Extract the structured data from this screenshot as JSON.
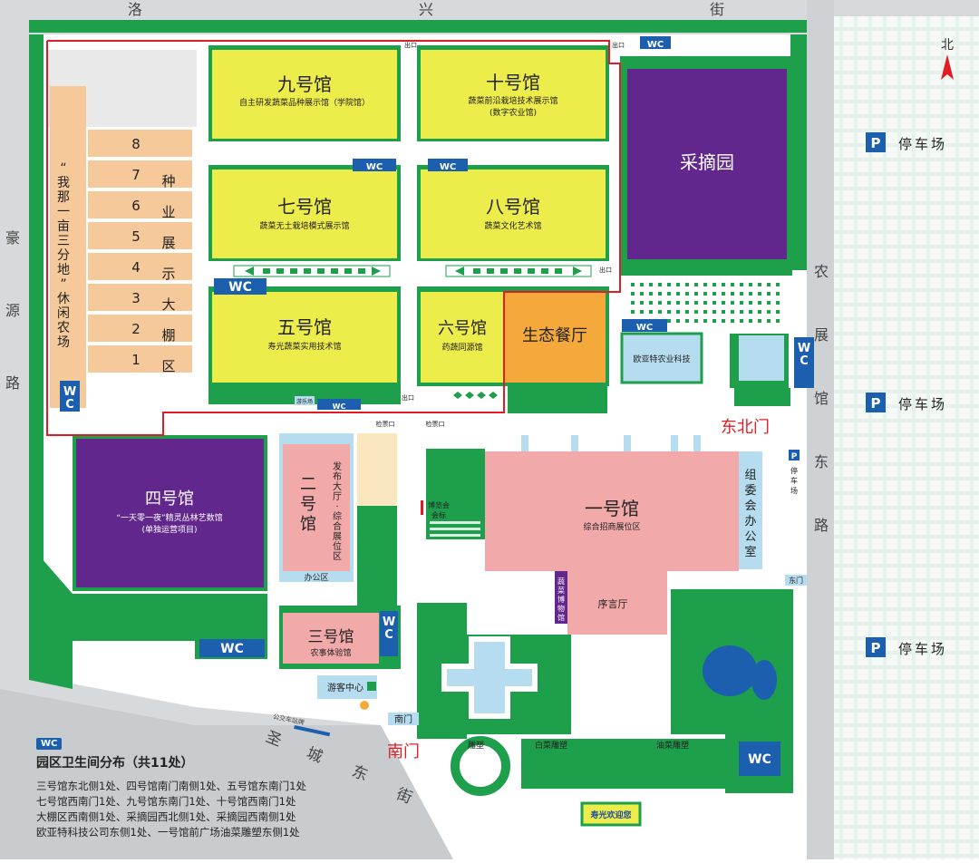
{
  "streets": {
    "north": "洛 兴 街",
    "west": [
      "豪",
      "源",
      "路"
    ],
    "east": [
      "农",
      "展",
      "馆",
      "东",
      "路"
    ],
    "south": "圣 城 东 街"
  },
  "compass": "北",
  "halls": {
    "h9": {
      "name": "九号馆",
      "sub": "自主研发蔬菜品种展示馆（学院馆）"
    },
    "h10": {
      "name": "十号馆",
      "sub": "蔬菜前沿栽培技术展示馆",
      "sub2": "(数字农业馆)"
    },
    "h7": {
      "name": "七号馆",
      "sub": "蔬菜无土栽培模式展示馆"
    },
    "h8": {
      "name": "八号馆",
      "sub": "蔬菜文化艺术馆"
    },
    "h5": {
      "name": "五号馆",
      "sub": "寿光蔬菜实用技术馆"
    },
    "h6": {
      "name": "六号馆",
      "sub": "药蔬同源馆"
    },
    "restaurant": "生态餐厅",
    "picking": "采摘园",
    "oyt": "欧亚特农业科技",
    "h4": {
      "name": "四号馆",
      "sub": "“一天零一夜”精灵丛林艺数馆",
      "sub2": "(单独运营项目)"
    },
    "h2": {
      "name": [
        "二",
        "号",
        "馆"
      ],
      "sub": [
        "发",
        "布",
        "大",
        "厅",
        "·",
        "综",
        "合",
        "展",
        "位",
        "区"
      ]
    },
    "h1": {
      "name": "一号馆",
      "sub": "综合招商展位区"
    },
    "committee": [
      "组",
      "委",
      "会",
      "办",
      "公",
      "室"
    ],
    "preface": "序言厅",
    "museum": [
      "蔬",
      "菜",
      "博",
      "物",
      "馆"
    ],
    "h3": {
      "name": "三号馆",
      "sub": "农事体验馆"
    },
    "visitor": "游客中心",
    "farm": [
      "“",
      "我",
      "那",
      "一",
      "亩",
      "三",
      "分",
      "地",
      "”",
      "休",
      "闲",
      "农",
      "场"
    ],
    "greenhouse": [
      "种",
      "业",
      "展",
      "示",
      "大",
      "棚",
      "区"
    ],
    "rows": [
      "8",
      "7",
      "6",
      "5",
      "4",
      "3",
      "2",
      "1"
    ]
  },
  "labels": {
    "wc": "WC",
    "parking": "停车场",
    "parking_p": "P",
    "parking_small": [
      "停",
      "车",
      "场"
    ],
    "northeast_gate": "东北门",
    "south_gate_red": "南门",
    "south_gate": "南门",
    "east_gate": "东门",
    "exit": "出口",
    "ticket": "检票口",
    "office": "办公区",
    "expo_sign": [
      "博览会",
      "会标"
    ],
    "sculpture": "雕塑",
    "cabbage": "白菜雕塑",
    "rapeseed": "油菜雕塑",
    "welcome": "寿光欢迎您",
    "bus_stop": "公交车站牌",
    "small_sign": "游乐场"
  },
  "legend": {
    "badge": "WC",
    "title": "园区卫生间分布（共11处）",
    "lines": [
      "三号馆东北侧1处、四号馆南门南侧1处、五号馆东南门1处",
      "七号馆西南门1处、九号馆东南门1处、十号馆西南门1处",
      "大棚区西南侧1处、采摘园西北侧1处、采摘园西南侧1处",
      "欧亚特科技公司东侧1处、一号馆前广场油菜雕塑东侧1处"
    ]
  },
  "colors": {
    "green": "#1e9f4b",
    "yellow": "#ecec4b",
    "purple": "#62278d",
    "orange": "#f5a93a",
    "pink": "#f2a9aa",
    "lightblue": "#b5dcef",
    "wcblue": "#1b5fae",
    "route": "#e01d25",
    "road": "#d7dadc"
  }
}
